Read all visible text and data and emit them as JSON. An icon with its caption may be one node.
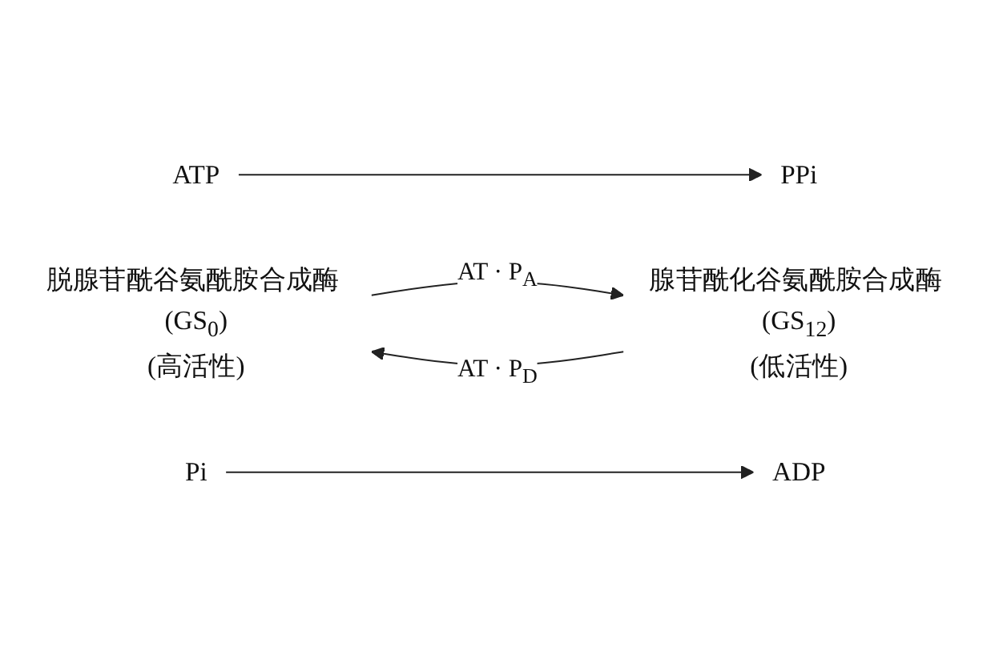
{
  "diagram": {
    "nodes": [
      {
        "text": [
          "ATP"
        ]
      },
      {
        "text": [
          "PPi"
        ]
      },
      {
        "text": [
          "脱腺苷酰谷氨酰胺合成酶 (GS$_{0}$)",
          "(高活性)"
        ]
      },
      {
        "text": [
          "腺苷酰化谷氨酰胺合成酶 (GS$_{12}$)",
          "(低活性)"
        ]
      },
      {
        "text": [
          "ADP"
        ]
      },
      {
        "text": [
          "Pi"
        ]
      }
    ],
    "edges": [
      {
        "from": 0,
        "to": 1,
        "arrow": "to"
      },
      {
        "from": 2,
        "to": 3,
        "arrow": "to",
        "label": "AT · P$_{A}$"
      },
      {
        "from": 3,
        "to": 2,
        "arrow": "to",
        "label": "AT · P$_{D}$"
      },
      {
        "from": 5,
        "to": 4,
        "arrow": "to"
      }
    ]
  }
}
